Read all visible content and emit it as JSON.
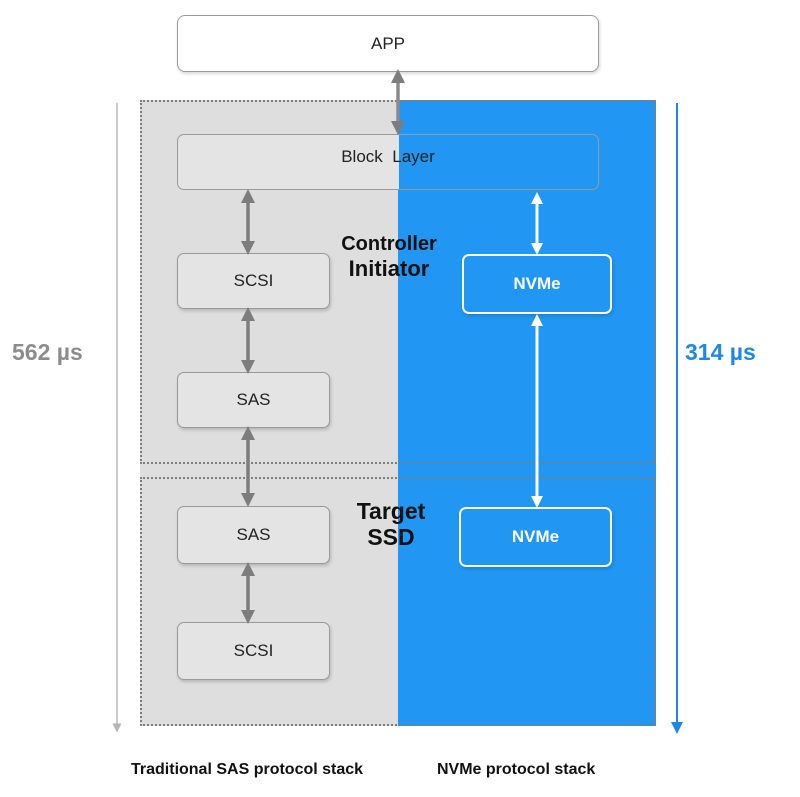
{
  "app_label": "APP",
  "block_layer_label": "Block  Layer",
  "controller_region": {
    "line1": "Controller",
    "line2": "Initiator"
  },
  "target_region": {
    "line1": "Target",
    "line2": "SSD"
  },
  "sas_stack": {
    "controller": [
      "SCSI",
      "SAS"
    ],
    "target": [
      "SAS",
      "SCSI"
    ]
  },
  "nvme_stack": {
    "controller": "NVMe",
    "target": "NVMe"
  },
  "latency": {
    "sas": "562 µs",
    "nvme": "314 µs"
  },
  "footer": {
    "sas": "Traditional SAS protocol stack",
    "nvme": "NVMe protocol stack"
  },
  "colors": {
    "sas_gray": "#dedede",
    "nvme_blue": "#2196f3",
    "sas_latency_text": "#8c8c8c",
    "nvme_latency_text": "#1e88e5"
  }
}
